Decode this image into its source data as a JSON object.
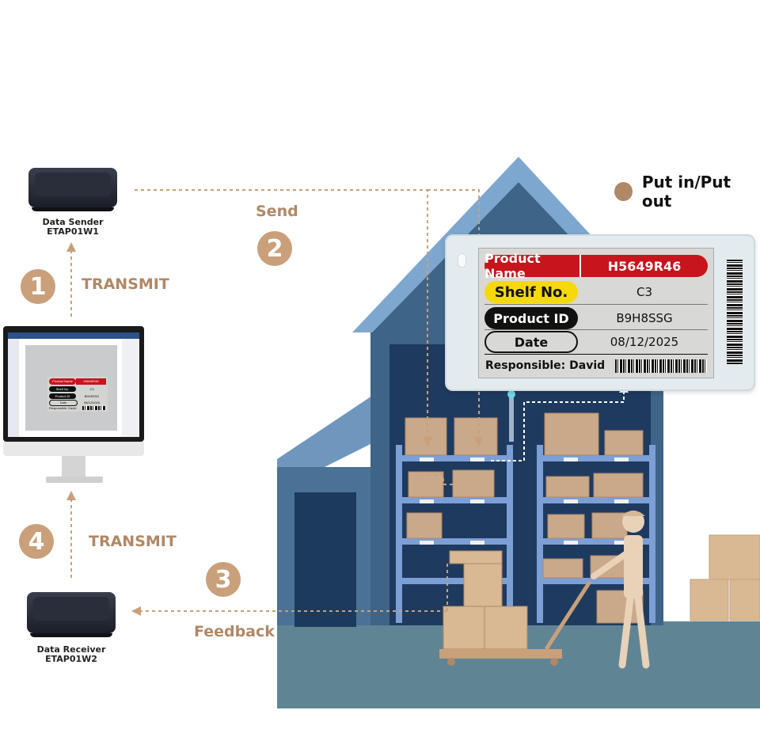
{
  "legend": {
    "label": "Put in/Put out",
    "dot_color": "#b08866"
  },
  "devices": {
    "sender": {
      "name": "Data Sender",
      "model": "ETAP01W1"
    },
    "receiver": {
      "name": "Data Receiver",
      "model": "ETAP01W2"
    }
  },
  "steps": [
    {
      "number": "1",
      "label": "TRANSMIT"
    },
    {
      "number": "2",
      "label": "Send"
    },
    {
      "number": "3",
      "label": "Feedback"
    },
    {
      "number": "4",
      "label": "TRANSMIT"
    }
  ],
  "tag": {
    "product_name_label": "Product Name",
    "product_name_value": "H5649R46",
    "shelf_label": "Shelf No.",
    "shelf_value": "C3",
    "product_id_label": "Product ID",
    "product_id_value": "B9H8SSG",
    "date_label": "Date",
    "date_value": "08/12/2025",
    "responsible": "Responsible: David"
  },
  "monitor_tag": {
    "product_name_label": "Product Name",
    "product_name_value": "H5649R46",
    "shelf_label": "Shelf No.",
    "shelf_value": "C3",
    "product_id_label": "Product ID",
    "product_id_value": "B9H8SSG",
    "date_label": "Date",
    "date_value": "08/12/2025",
    "responsible": "Responsible: David"
  },
  "colors": {
    "accent": "#c9a07a",
    "arrow": "#c9a07a",
    "tag_red": "#c8141c",
    "tag_yellow": "#f5d90a",
    "tag_black": "#111111",
    "warehouse_dark": "#1f3a5f",
    "warehouse_mid": "#3e6487",
    "roof_light": "#5d86ad"
  }
}
